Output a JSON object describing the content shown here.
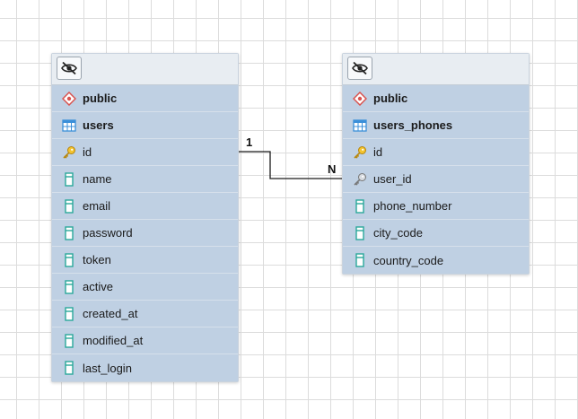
{
  "diagram": {
    "tables": [
      {
        "schema": "public",
        "name": "users",
        "columns": [
          {
            "label": "id",
            "kind": "primary-key"
          },
          {
            "label": "name",
            "kind": "column"
          },
          {
            "label": "email",
            "kind": "column"
          },
          {
            "label": "password",
            "kind": "column"
          },
          {
            "label": "token",
            "kind": "column"
          },
          {
            "label": "active",
            "kind": "column"
          },
          {
            "label": "created_at",
            "kind": "column"
          },
          {
            "label": "modified_at",
            "kind": "column"
          },
          {
            "label": "last_login",
            "kind": "column"
          }
        ]
      },
      {
        "schema": "public",
        "name": "users_phones",
        "columns": [
          {
            "label": "id",
            "kind": "primary-key"
          },
          {
            "label": "user_id",
            "kind": "foreign-key"
          },
          {
            "label": "phone_number",
            "kind": "column"
          },
          {
            "label": "city_code",
            "kind": "column"
          },
          {
            "label": "country_code",
            "kind": "column"
          }
        ]
      }
    ],
    "relationship": {
      "from_cardinality": "1",
      "to_cardinality": "N"
    },
    "icons": {
      "header_toggle": "eye-slash-icon",
      "schema": "schema-diamond-icon",
      "table": "table-grid-icon",
      "primary_key": "key-icon",
      "foreign_key": "foreign-key-icon",
      "column": "column-icon"
    },
    "colors": {
      "node_fill": "#c3d2e3",
      "header_fill": "#e8edf2",
      "key_gold": "#e0b020",
      "column_teal": "#2aa89a",
      "schema_red": "#d9534f",
      "table_blue": "#3b8fd9"
    }
  }
}
